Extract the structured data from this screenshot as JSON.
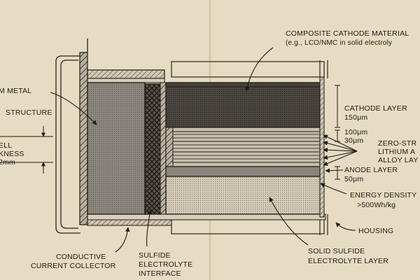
{
  "labels": {
    "cathode_material_line1": "COMPOSITE CATHODE MATERIAL",
    "cathode_material_line2": "(e.g., LCO/NMC in solid electroly",
    "metal_structure_line1": "M METAL",
    "metal_structure_line2": "STRUCTURE",
    "cell_thickness_line1": "ELL",
    "cell_thickness_line2": "KNESS",
    "cell_thickness_line3": "2mm",
    "cathode_layer_line1": "CATHODE LAYER",
    "cathode_layer_line2": "150μm",
    "dim_100": "100μm",
    "dim_30": "30μm",
    "zero_strain_line1": "ZERO-STR",
    "zero_strain_line2": "LITHIUM A",
    "zero_strain_line3": "ALLOY LAY",
    "anode_layer_line1": "ANODE LAYER",
    "anode_layer_line2": "50μm",
    "energy_density_line1": "ENERGY DENSITY",
    "energy_density_line2": ">500Wh/kg",
    "housing": "HOUSING",
    "conductive_line1": "CONDUCTIVE",
    "conductive_line2": "CURRENT COLLECTOR",
    "sulfide_interface_line1": "SULFIDE",
    "sulfide_interface_line2": "ELECTROLYTE",
    "sulfide_interface_line3": "INTERFACE",
    "solid_sulfide_line1": "SOLID SULFIDE",
    "solid_sulfide_line2": "ELECTROLYTE LAYER"
  },
  "colors": {
    "paper": "#e6dcc3",
    "ink": "#1f1a14",
    "cathode_fill": "#4a4540",
    "electrolyte_fill": "#cfc6b2",
    "metal_fill": "#8a857c"
  }
}
